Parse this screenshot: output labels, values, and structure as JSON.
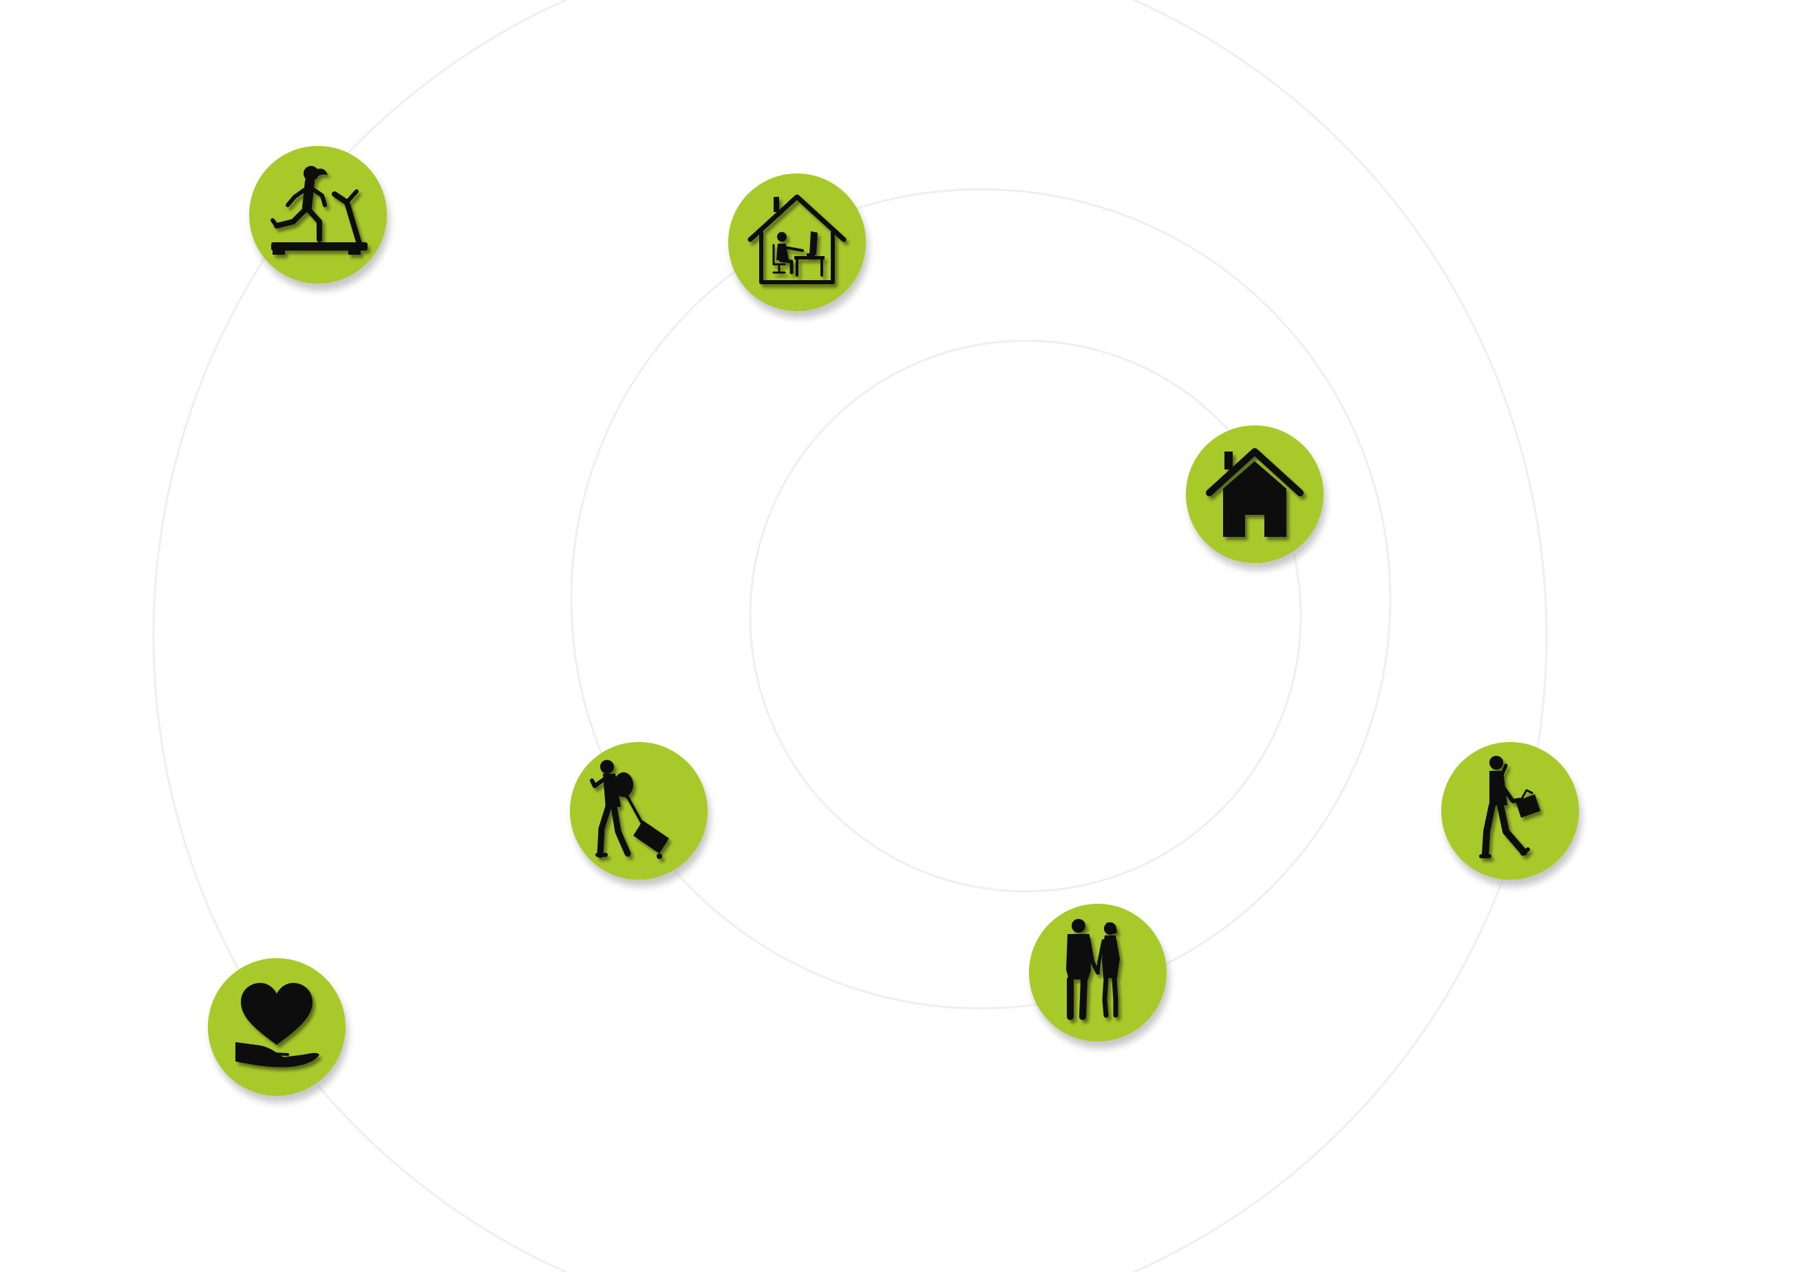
{
  "colors": {
    "node_fill": "#a8c92a",
    "glyph": "#0a0a0a",
    "ring": "#efefef",
    "background": "#ffffff"
  },
  "nodes": [
    {
      "id": "treadmill",
      "icon": "treadmill-runner-icon"
    },
    {
      "id": "home-office",
      "icon": "home-office-icon"
    },
    {
      "id": "home",
      "icon": "house-icon"
    },
    {
      "id": "travel",
      "icon": "traveler-with-suitcase-icon"
    },
    {
      "id": "business",
      "icon": "businessman-walking-icon"
    },
    {
      "id": "couple",
      "icon": "couple-holding-hands-icon"
    },
    {
      "id": "care",
      "icon": "heart-in-hand-icon"
    }
  ]
}
